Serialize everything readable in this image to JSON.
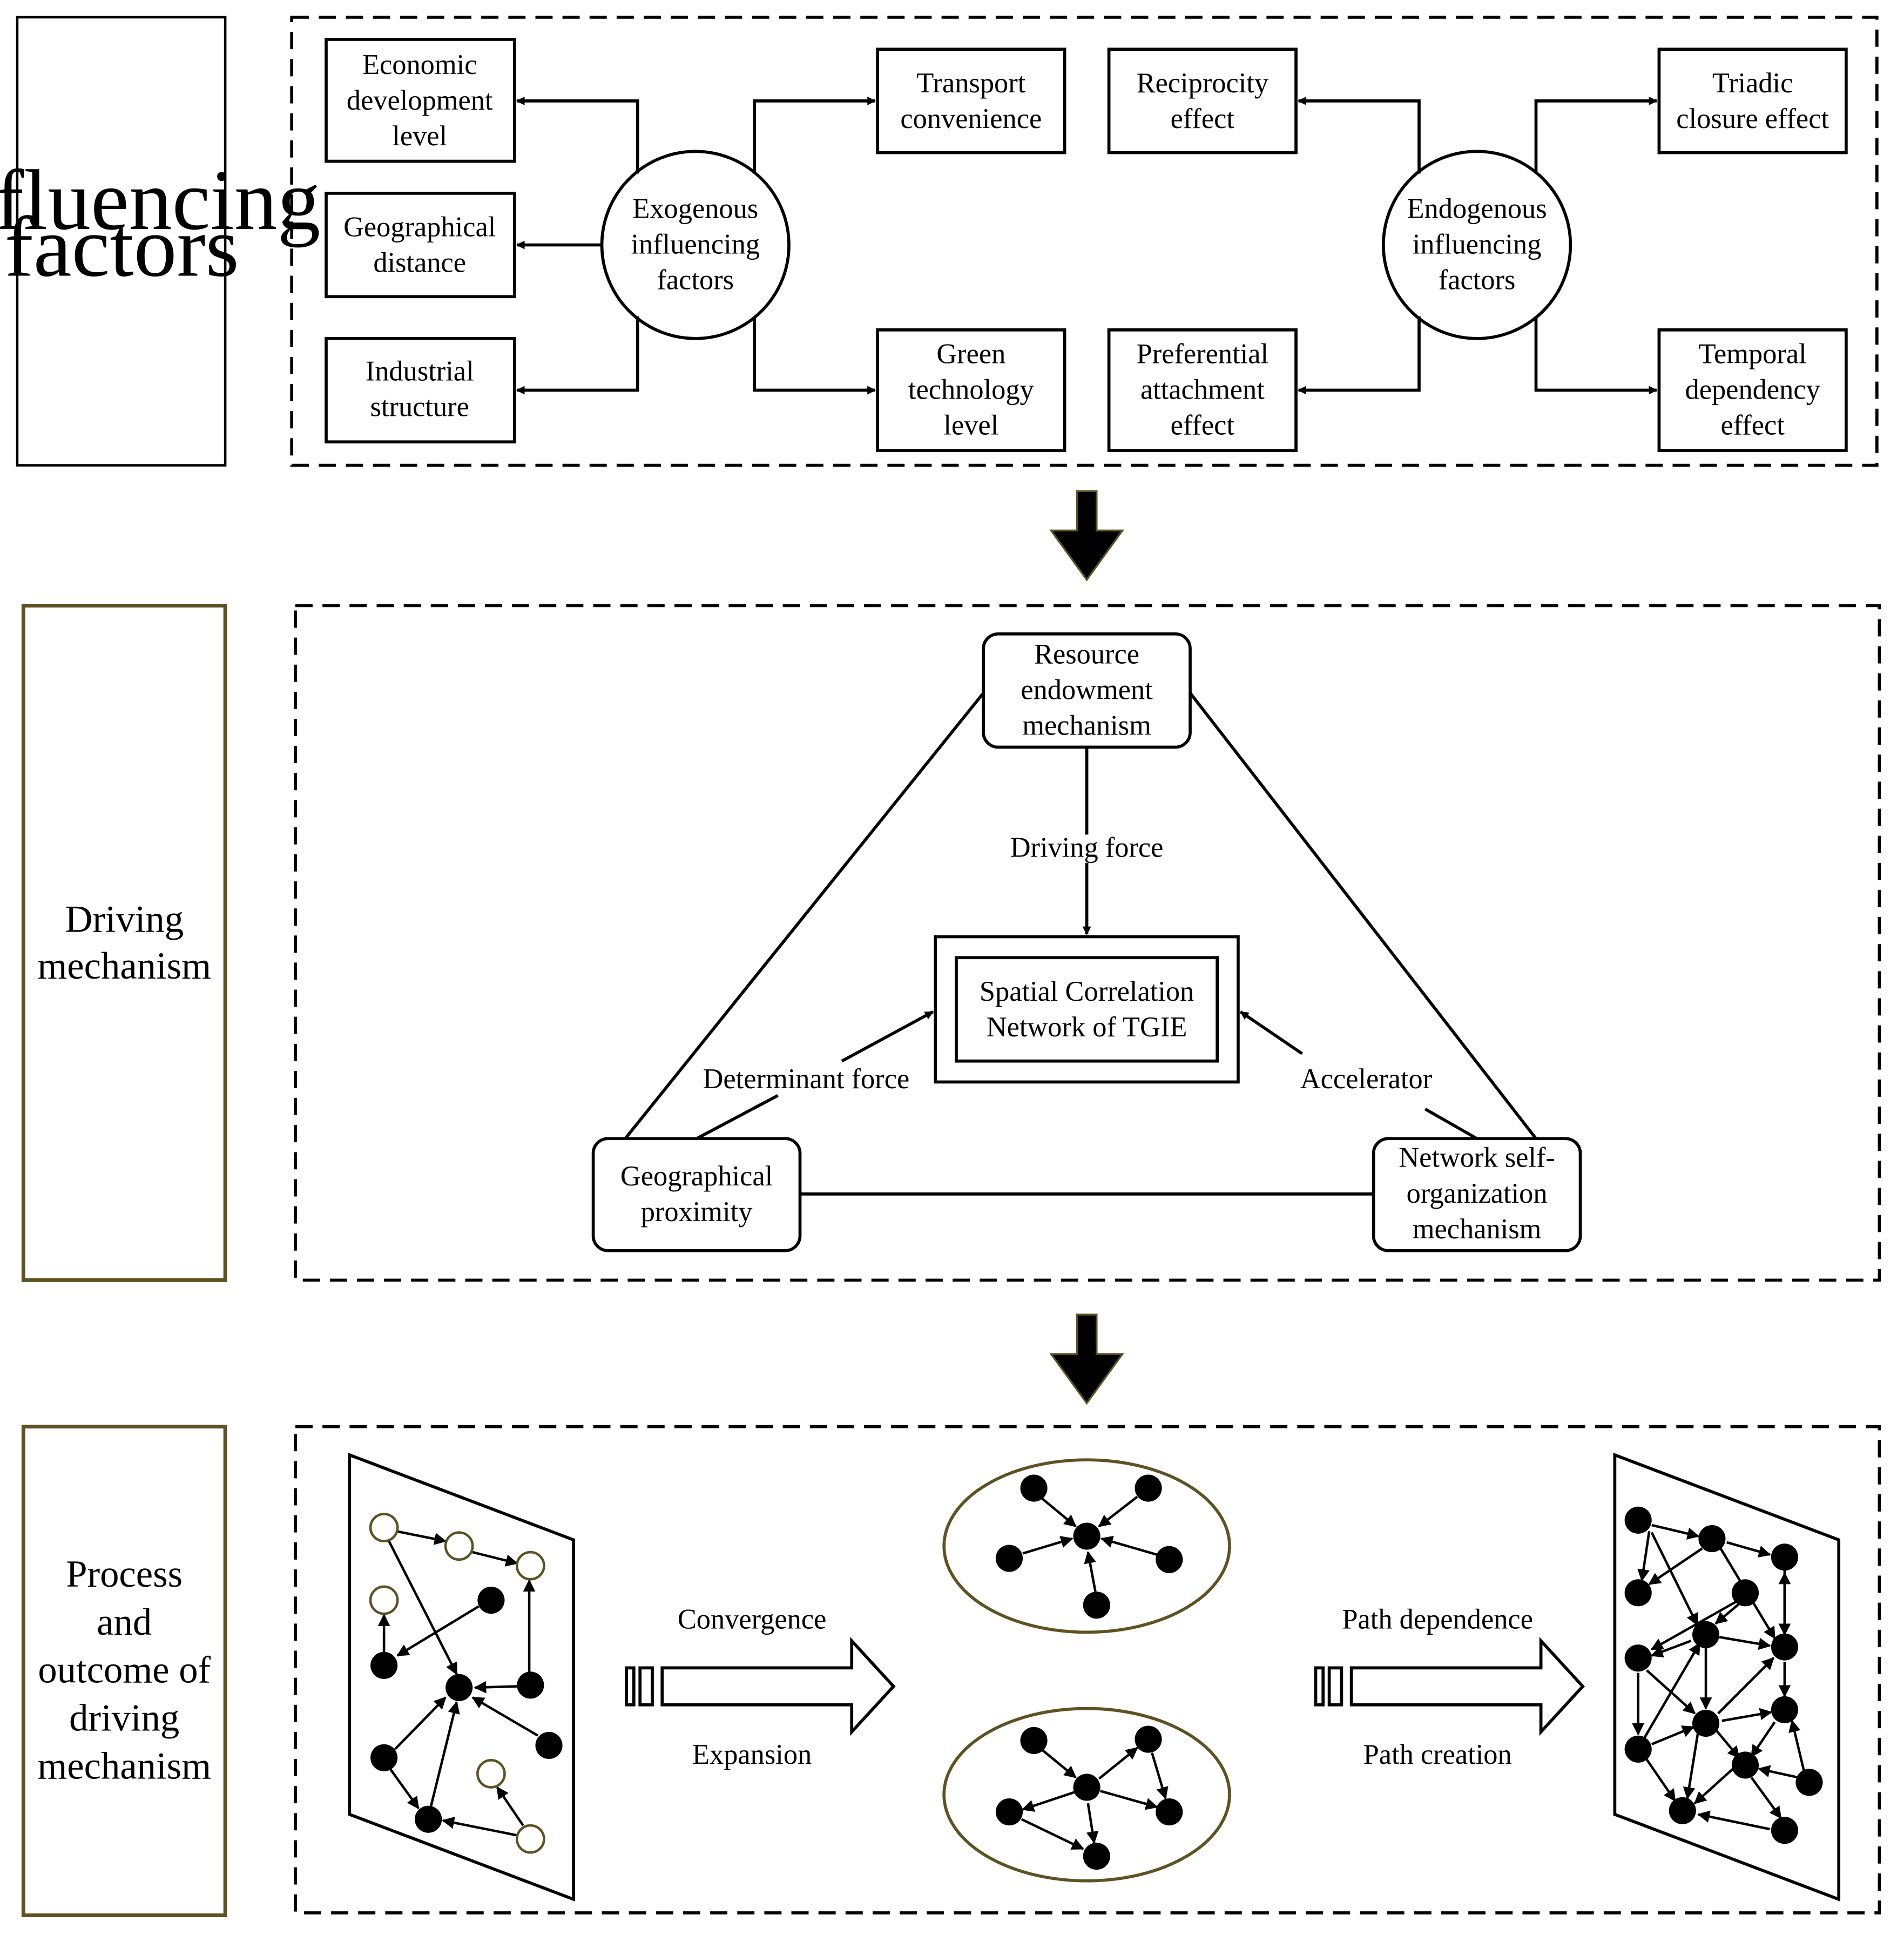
{
  "colors": {
    "line": "#000000",
    "olive_border": "#5e5122",
    "hollow_node_stroke": "#5e5122",
    "node_fill": "#000000",
    "background": "#ffffff"
  },
  "side_labels": {
    "influencing": [
      "Influencing",
      "factors"
    ],
    "driving": [
      "Driving",
      "mechanism"
    ],
    "process": [
      "Process",
      "and",
      "outcome of",
      "driving",
      "mechanism"
    ]
  },
  "influencing": {
    "exogenous_hub": [
      "Exogenous",
      "influencing",
      "factors"
    ],
    "endogenous_hub": [
      "Endogenous",
      "influencing",
      "factors"
    ],
    "economic": [
      "Economic",
      "development",
      "level"
    ],
    "geographical_distance": [
      "Geographical",
      "distance"
    ],
    "industrial": [
      "Industrial",
      "structure"
    ],
    "transport": [
      "Transport",
      "convenience"
    ],
    "green_tech": [
      "Green",
      "technology",
      "level"
    ],
    "reciprocity": [
      "Reciprocity",
      "effect"
    ],
    "preferential": [
      "Preferential",
      "attachment",
      "effect"
    ],
    "triadic": [
      "Triadic",
      "closure effect"
    ],
    "temporal": [
      "Temporal",
      "dependency",
      "effect"
    ]
  },
  "driving": {
    "resource": [
      "Resource",
      "endowment",
      "mechanism"
    ],
    "center": [
      "Spatial Correlation",
      "Network of TGIE"
    ],
    "geo_proximity": [
      "Geographical",
      "proximity"
    ],
    "network_self": [
      "Network self-",
      "organization",
      "mechanism"
    ],
    "driving_force": "Driving force",
    "determinant_force": "Determinant force",
    "accelerator": "Accelerator"
  },
  "process": {
    "convergence": "Convergence",
    "expansion": "Expansion",
    "path_dependence": "Path dependence",
    "path_creation": "Path creation"
  }
}
